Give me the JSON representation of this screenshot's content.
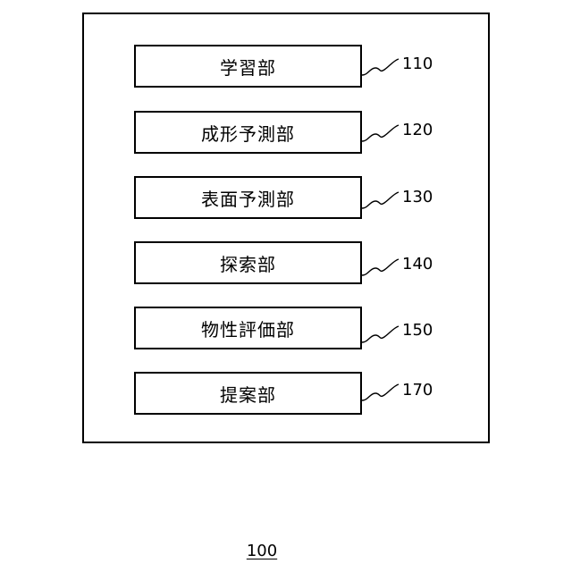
{
  "diagram": {
    "figure_label": "100",
    "modules": [
      {
        "label": "学習部",
        "ref": "110"
      },
      {
        "label": "成形予測部",
        "ref": "120"
      },
      {
        "label": "表面予測部",
        "ref": "130"
      },
      {
        "label": "探索部",
        "ref": "140"
      },
      {
        "label": "物性評価部",
        "ref": "150"
      },
      {
        "label": "提案部",
        "ref": "170"
      }
    ],
    "colors": {
      "stroke": "#000000",
      "background": "#ffffff"
    }
  }
}
